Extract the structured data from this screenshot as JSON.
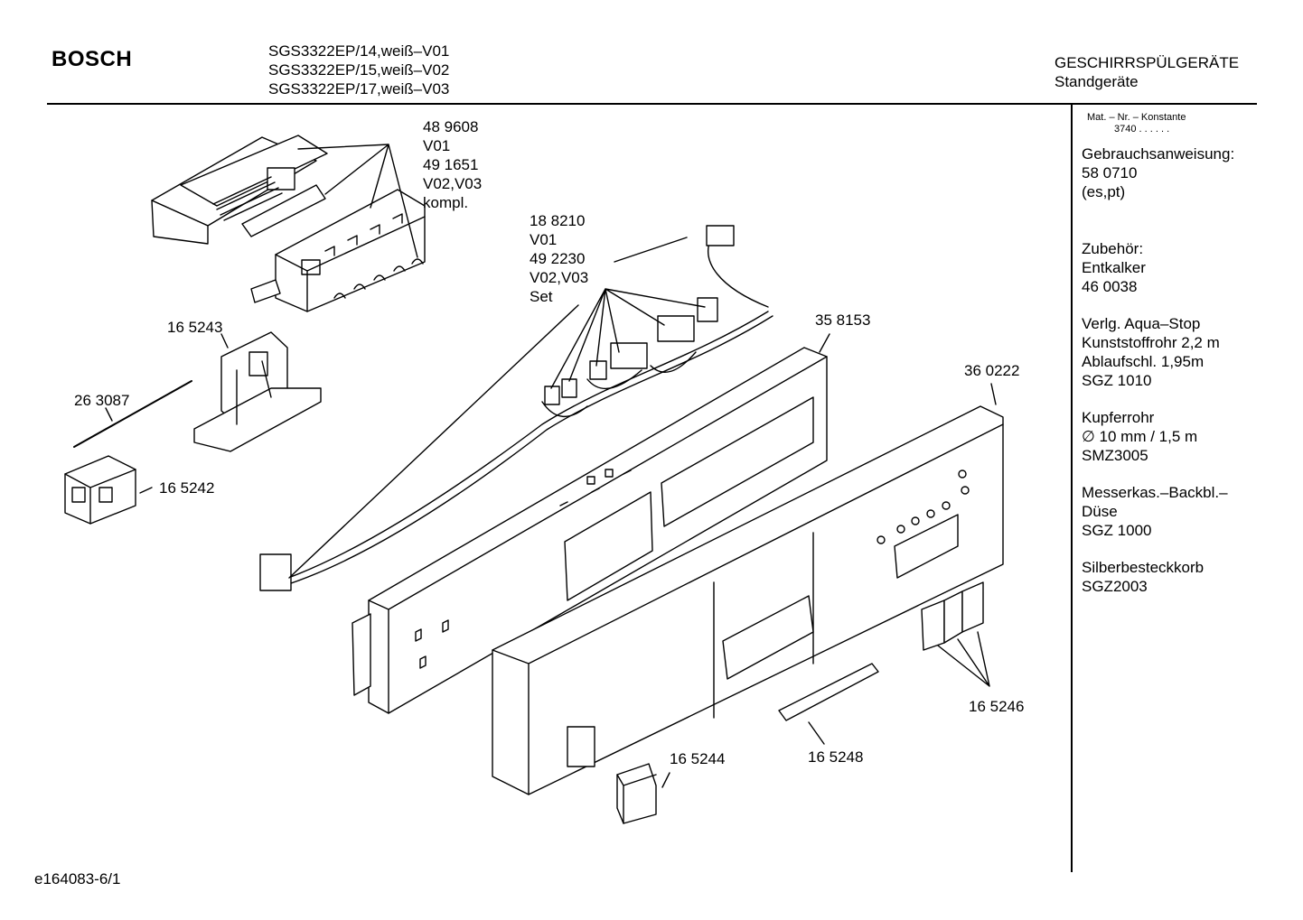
{
  "header": {
    "brand": "BOSCH",
    "models": [
      "SGS3322EP/14,weiß–V01",
      "SGS3322EP/15,weiß–V02",
      "SGS3322EP/17,weiß–V03"
    ],
    "category": "GESCHIRRSPÜLGERÄTE",
    "subcategory": "Standgeräte"
  },
  "sidebar": {
    "mat_header": "Mat. – Nr. – Konstante",
    "konstante": "3740  .  .    .  .  .  .",
    "blocks": [
      {
        "lines": [
          "Gebrauchsanweisung:",
          "58 0710",
          "(es,pt)"
        ]
      },
      {
        "lines": [
          "Zubehör:",
          "Entkalker",
          "46 0038"
        ]
      },
      {
        "lines": [
          "Verlg. Aqua–Stop",
          "Kunststoffrohr 2,2 m",
          "Ablaufschl. 1,95m",
          "SGZ 1010"
        ]
      },
      {
        "lines": [
          "Kupferrohr",
          "∅ 10 mm / 1,5 m",
          "SMZ3005"
        ]
      },
      {
        "lines": [
          "Messerkas.–Backbl.–",
          "Düse",
          "SGZ 1000"
        ]
      },
      {
        "lines": [
          "Silberbesteckkorb",
          "SGZ2003"
        ]
      }
    ]
  },
  "parts": {
    "p489608": [
      "48 9608",
      "V01",
      "49 1651",
      "V02,V03",
      "kompl."
    ],
    "p188210": [
      "18 8210",
      "V01",
      "49 2230",
      "V02,V03",
      "Set"
    ],
    "p165243": "16 5243",
    "p263087": "26 3087",
    "p165242": "16 5242",
    "p358153": "35 8153",
    "p360222": "36 0222",
    "p165246": "16 5246",
    "p165248": "16 5248",
    "p165244": "16 5244"
  },
  "footer": {
    "code": "e164083-6/1"
  }
}
